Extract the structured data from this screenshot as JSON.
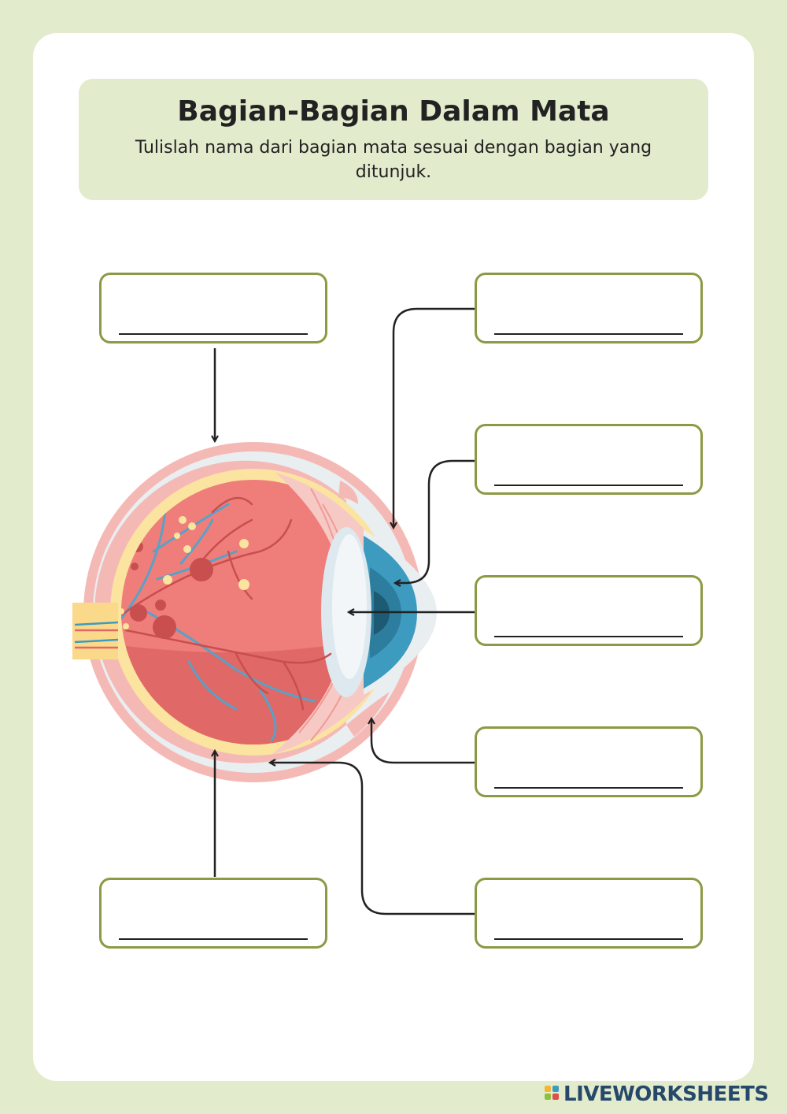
{
  "header": {
    "title": "Bagian-Bagian Dalam Mata",
    "subtitle": "Tulislah nama dari bagian mata sesuai dengan bagian yang ditunjuk."
  },
  "answers": [
    "",
    "",
    "",
    "",
    "",
    "",
    "",
    ""
  ],
  "brand": {
    "name": "LIVEWORKSHEETS"
  },
  "colors": {
    "page_bg": "#e3ebcd",
    "box_border": "#8b9a44",
    "eye_red": "#ef7e7a",
    "cornea_blue": "#3e9bc0",
    "brand_blue": "#26496b"
  }
}
